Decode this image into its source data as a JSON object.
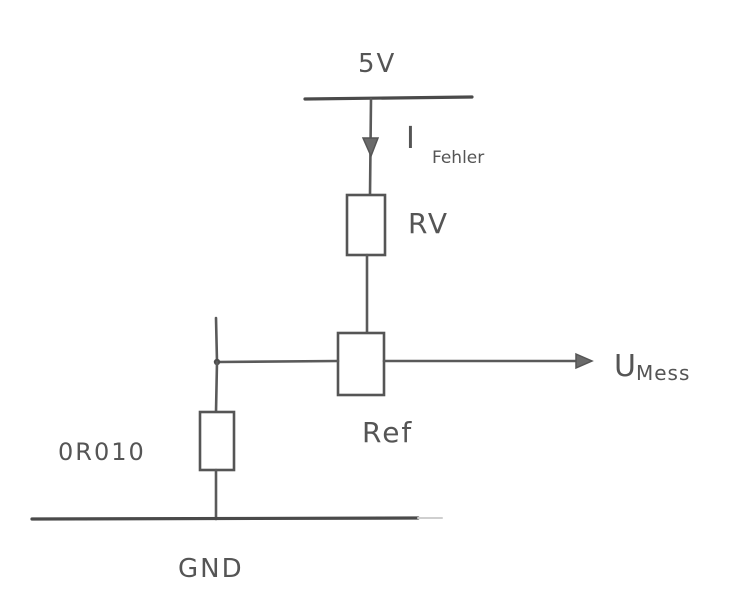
{
  "labels": {
    "supply": "5V",
    "current_main": "I",
    "current_sub": "Fehler",
    "rv": "RV",
    "ref": "Ref",
    "output_main": "U",
    "output_sub": "Mess",
    "shunt": "0R010",
    "ground": "GND"
  },
  "colors": {
    "ink": "#555555",
    "paper": "#ffffff"
  }
}
